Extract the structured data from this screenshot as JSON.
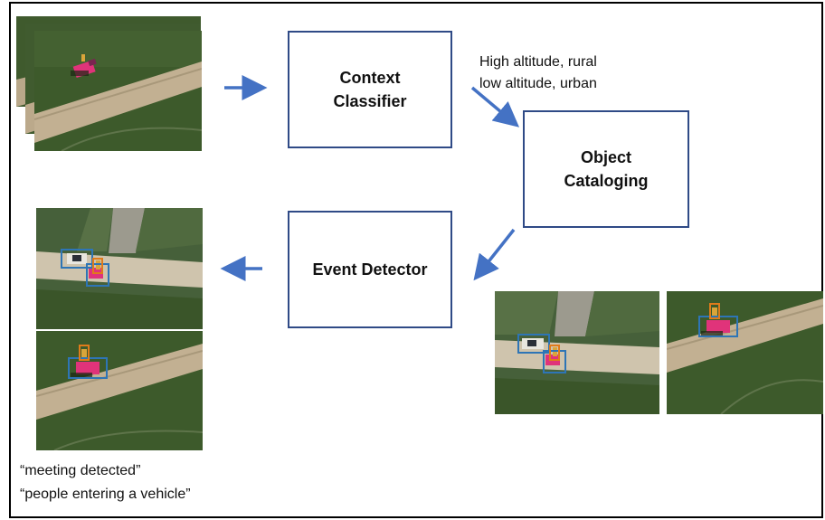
{
  "boxes": {
    "context_classifier": "Context\nClassifier",
    "object_cataloging": "Object\nCataloging",
    "event_detector": "Event Detector"
  },
  "context_labels": {
    "line1": "High altitude, rural",
    "line2": "low altitude, urban"
  },
  "event_captions": {
    "line1": "“meeting detected”",
    "line2": "“people entering a vehicle”"
  },
  "colors": {
    "arrow": "#4472c4",
    "box_border": "#2f4a86",
    "bbox_blue": "#2e75b6",
    "bbox_orange": "#e07b1a"
  }
}
